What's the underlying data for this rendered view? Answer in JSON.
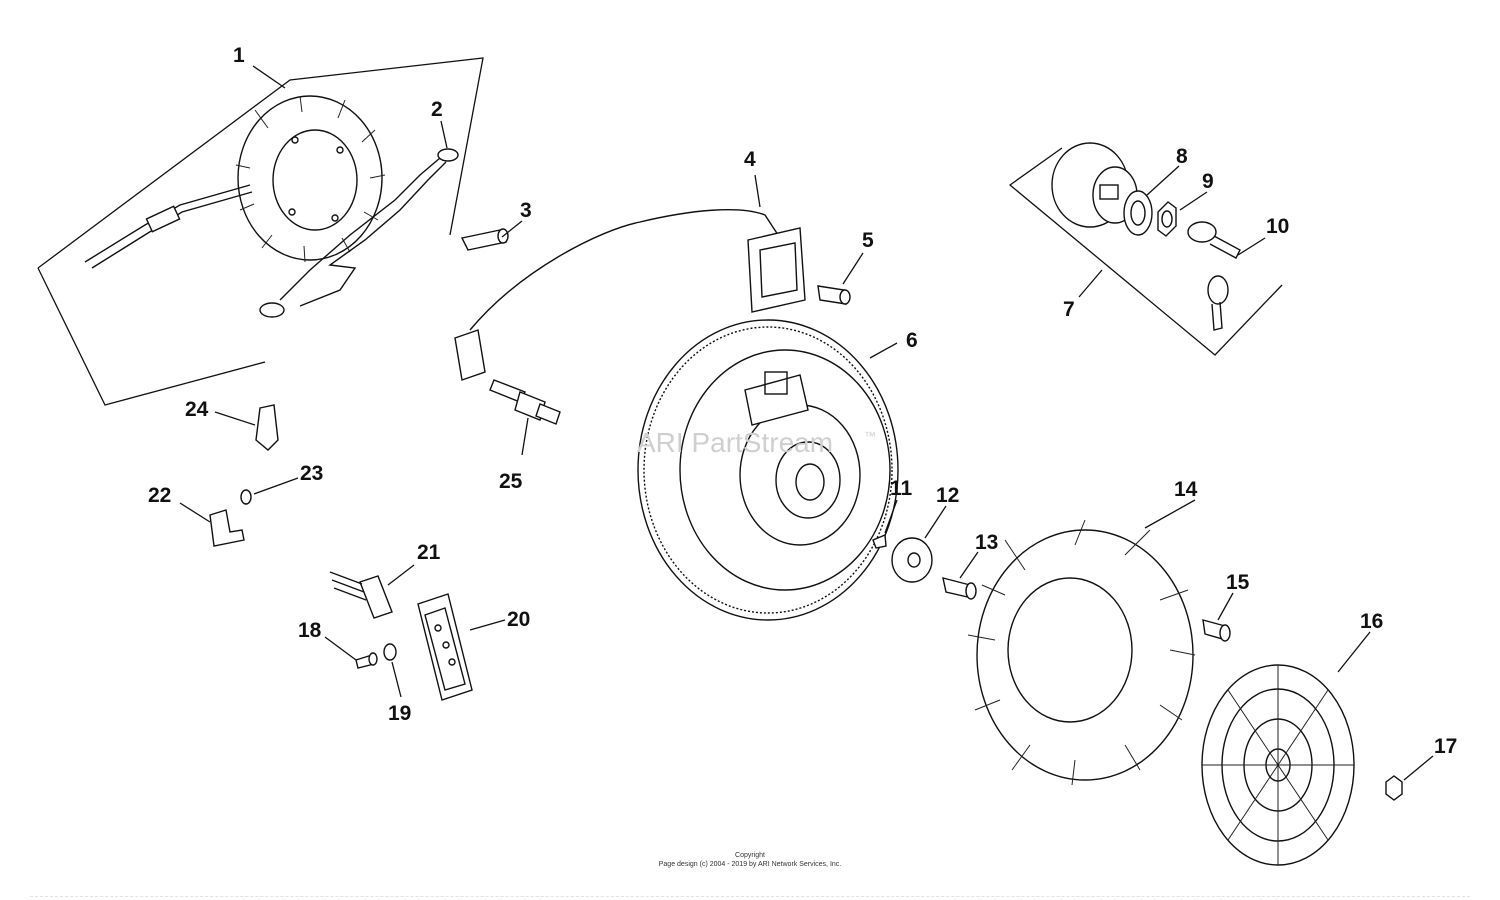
{
  "watermark": {
    "text": "ARI PartStream",
    "mark": "™"
  },
  "footer": {
    "line1": "Copyright",
    "line2": "Page design (c) 2004 - 2019 by ARI Network Services, Inc."
  },
  "callouts": [
    "1",
    "2",
    "3",
    "4",
    "5",
    "6",
    "7",
    "8",
    "9",
    "10",
    "11",
    "12",
    "13",
    "14",
    "15",
    "16",
    "17",
    "18",
    "19",
    "20",
    "21",
    "22",
    "23",
    "24",
    "25"
  ]
}
